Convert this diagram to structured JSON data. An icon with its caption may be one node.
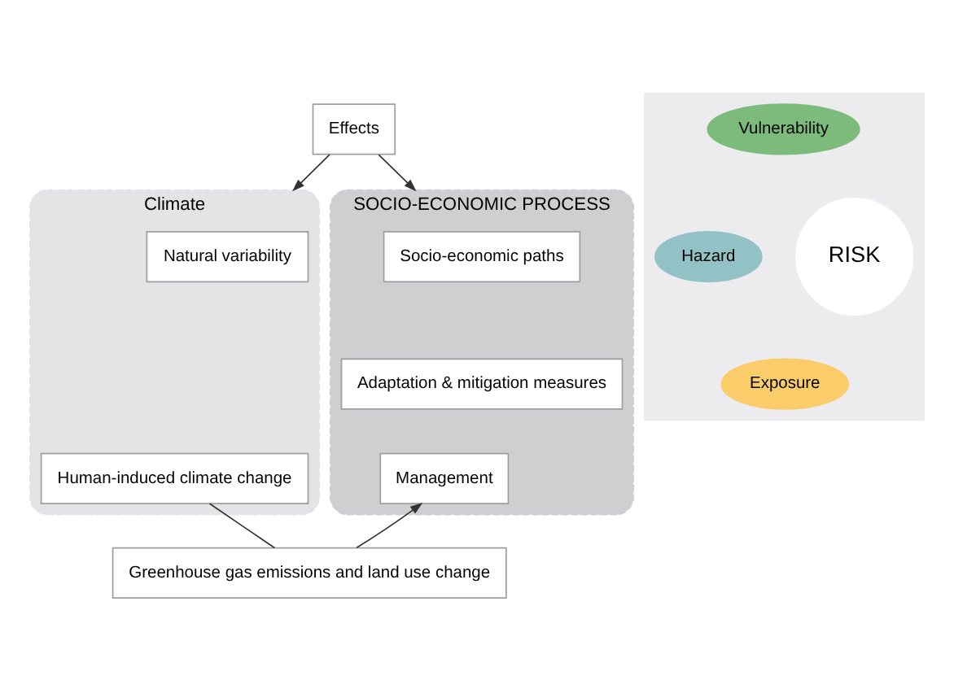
{
  "diagram": {
    "nodes": [
      {
        "text": [
          "Effects"
        ]
      },
      {
        "text": [
          "Climate"
        ]
      },
      {
        "text": [
          "Natural variability"
        ],
        "in": 1
      },
      {
        "text": [
          "Human-induced climate change"
        ],
        "in": 1
      },
      {
        "text": [],
        "shape": "box"
      },
      {
        "text": [
          "Hazard"
        ],
        "in": 4
      },
      {
        "text": [
          "Vulnerability"
        ],
        "in": 4
      },
      {
        "text": [
          "RISK"
        ],
        "in": 4
      },
      {
        "text": [
          "Exposure"
        ],
        "in": 4
      },
      {
        "text": [
          "SOCIO-ECONOMIC PROCESS"
        ]
      },
      {
        "text": [
          "Socio-economic paths"
        ],
        "in": 9
      },
      {
        "text": [
          "Adaptation & mitigation measures"
        ],
        "in": 9
      },
      {
        "text": [
          "Management"
        ],
        "in": 9
      },
      {
        "text": [
          "Greenhouse gas emissions and land use change"
        ]
      }
    ],
    "edges": [
      {
        "from": 0,
        "to": 1,
        "arrow": "to"
      },
      {
        "from": 0,
        "to": 9,
        "arrow": "to"
      },
      {
        "from": 3,
        "to": 13,
        "arrow": "none"
      },
      {
        "from": 13,
        "to": 12,
        "arrow": "to"
      }
    ]
  }
}
